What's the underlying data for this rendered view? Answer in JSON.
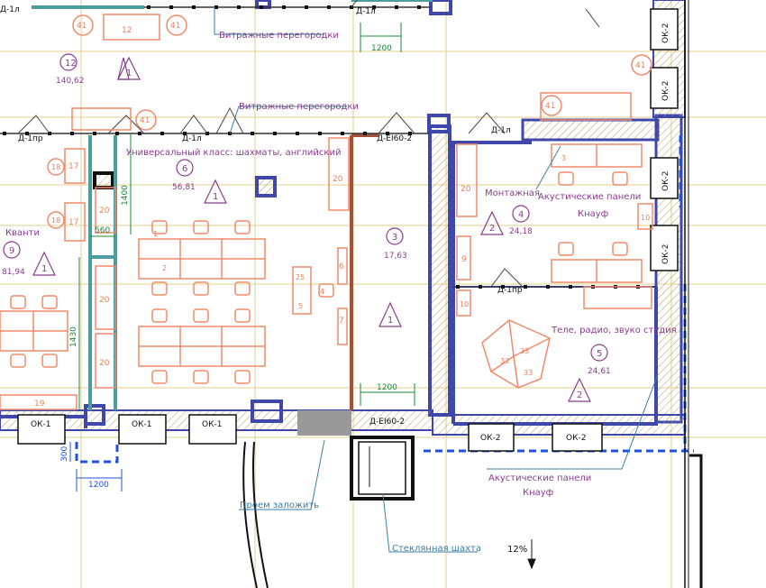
{
  "colors": {
    "wall_blue": "#3f48a8",
    "hatch": "#a08a5a",
    "furniture": "#f08a6a",
    "room_label": "#8a3d8f",
    "grid": "#e2c77a",
    "teal": "#4a9ea0",
    "dimension": "#1a8a3a",
    "door": "#444444",
    "leader": "#3a7ea0",
    "dash_blue": "#2050e0"
  },
  "rooms": [
    {
      "number": "12",
      "area": "140,62"
    },
    {
      "number": "6",
      "area": "56,81"
    },
    {
      "number": "3",
      "area": "17,63"
    },
    {
      "number": "4",
      "area": "24,18"
    },
    {
      "number": "5",
      "area": "24,61"
    },
    {
      "number": "9",
      "area": "81,94"
    }
  ],
  "room_names": {
    "universal": "Универсальный класс: шахматы, английский",
    "montage": "Монтажная",
    "studio": "Теле, радио, звуко студия",
    "quantum": "Кванти"
  },
  "notes": {
    "partitions_top": "Витражные перегородки",
    "partitions_mid": "Витражные перегородки",
    "acoustic_top_1": "Акустические панели",
    "acoustic_top_2": "Кнауф",
    "acoustic_bottom_1": "Акустические панели",
    "acoustic_bottom_2": "Кнауф",
    "opening": "Проем заложить",
    "glass_shaft": "Стеклянная шахта",
    "slope": "12%"
  },
  "doors": {
    "d1l_top": "Д-1л",
    "d1pr_left": "Д-1пр",
    "d1l_mid": "Д-1л",
    "de60_top": "Д-ЕI60-2",
    "d1l_right": "Д-1л",
    "d1pr_right": "Д-1пр",
    "d1l_far": "Д-1л",
    "de60_bottom": "Д-ЕI60-2"
  },
  "windows": {
    "ok1_a": "ОК-1",
    "ok1_b": "ОК-1",
    "ok1_c": "ОК-1",
    "ok2_a": "ОК-2",
    "ok2_b": "ОК-2",
    "ok2_c": "ОК-2",
    "ok2_d": "ОК-2",
    "ok2_e": "ОК-2",
    "ok2_f": "ОК-2"
  },
  "dimensions": {
    "d1200_top": "1200",
    "d1400": "1400",
    "d560": "560",
    "d1430": "1430",
    "d1200_mid": "1200",
    "d1200_bottom": "1200",
    "d300": "300"
  },
  "markers": {
    "hazard_1": "1",
    "hazard_2": "1",
    "hazard_3": "1",
    "hazard_4": "2",
    "hazard_5": "2",
    "hazard_6": "1",
    "circle_41_a": "41",
    "circle_41_b": "41",
    "circle_41_c": "41",
    "circle_41_d": "41",
    "circle_41_e": "41"
  },
  "furniture_codes": {
    "c12": "12",
    "c17a": "17",
    "c17b": "17",
    "c18a": "18",
    "c18b": "18",
    "c20a": "20",
    "c20b": "20",
    "c20c": "20",
    "c20d": "20",
    "c20e": "20",
    "c19": "19",
    "c6": "6",
    "c7": "7",
    "c9": "9",
    "c10a": "10",
    "c10b": "10",
    "c25": "25",
    "c5": "5",
    "c4": "4",
    "c3": "3",
    "c33a": "33",
    "c33b": "33",
    "c33c": "33",
    "c1": "1",
    "c2": "2"
  }
}
